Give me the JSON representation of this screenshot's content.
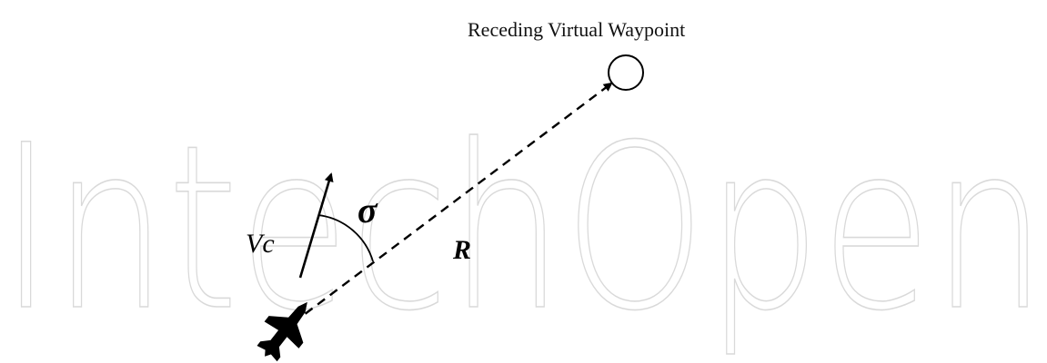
{
  "diagram": {
    "waypoint_label": "Receding Virtual Waypoint",
    "velocity_label": "Vc",
    "angle_label": "σ",
    "range_label": "R"
  },
  "watermark": {
    "text": "IntechOpen",
    "color": "#d9d9d9"
  },
  "icons": {
    "aircraft": "aircraft-silhouette-icon",
    "waypoint": "waypoint-circle-icon"
  }
}
